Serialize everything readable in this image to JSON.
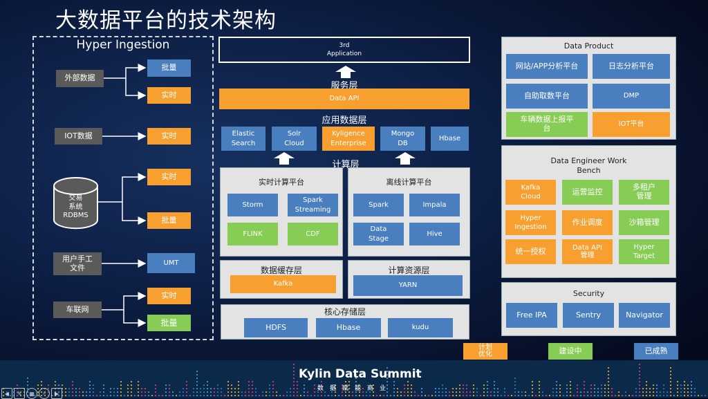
{
  "title": "大数据平台的技术架构",
  "ingestion": {
    "title": "Hyper Ingestion",
    "sources": [
      {
        "label": "外部数据",
        "targets": [
          "批量",
          "实时"
        ]
      },
      {
        "label": "IOT数据",
        "targets": [
          "实时"
        ]
      },
      {
        "label": "交易\n系统\nRDBMS",
        "targets": [
          "实时",
          "批量"
        ]
      },
      {
        "label": "用户手工\n文件",
        "targets": [
          "UMT"
        ]
      },
      {
        "label": "车联网",
        "targets": [
          "实时",
          "批量"
        ]
      }
    ]
  },
  "center": {
    "app": "3rd\nApplication",
    "service_layer": "服务层",
    "data_api": "Data API",
    "app_data_layer": "应用数据层",
    "app_data": [
      "Elastic\nSearch",
      "Solr\nCloud",
      "Kyligence\nEnterprise",
      "Mongo\nDB",
      "Hbase"
    ],
    "compute_layer": "计算层",
    "realtime": {
      "title": "实时计算平台",
      "items": [
        "Storm",
        "Spark\nStreaming",
        "FLINK",
        "CDF"
      ]
    },
    "offline": {
      "title": "离线计算平台",
      "items": [
        "Spark",
        "Impala",
        "Data\nStage",
        "Hive"
      ]
    },
    "cache": {
      "title": "数据缓存层",
      "item": "Kafka"
    },
    "resource": {
      "title": "计算资源层",
      "item": "YARN"
    },
    "storage": {
      "title": "核心存储层",
      "items": [
        "HDFS",
        "Hbase",
        "kudu"
      ]
    }
  },
  "data_product": {
    "title": "Data Product",
    "items": [
      "网站/APP分析平台",
      "日志分析平台",
      "自助取数平台",
      "DMP",
      "车辆数据上报平\n台",
      "IOT平台"
    ]
  },
  "workbench": {
    "title": "Data Engineer Work\nBench",
    "items": [
      "Kafka\nCloud",
      "运营监控",
      "多租户\n管理",
      "Hyper\nIngestion",
      "作业调度",
      "沙箱管理",
      "统一授权",
      "Data API\n管理",
      "Hyper\nTarget"
    ]
  },
  "security": {
    "title": "Security",
    "items": [
      "Free IPA",
      "Sentry",
      "Navigator"
    ]
  },
  "legend": [
    {
      "label": "计划\n优化",
      "color": "#f7a030"
    },
    {
      "label": "建设中",
      "color": "#86cc55"
    },
    {
      "label": "已成熟",
      "color": "#4a7fbf"
    }
  ],
  "footer": {
    "brand": "Kylin Data Summit",
    "slogan": "数据赋能商业"
  }
}
